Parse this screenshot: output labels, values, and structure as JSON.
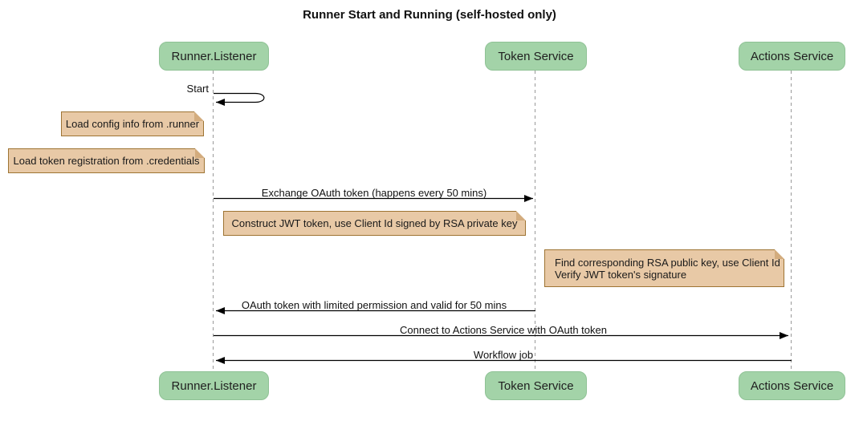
{
  "title": "Runner Start and Running (self-hosted only)",
  "diagram_type": "sequence",
  "participants": [
    {
      "name": "Runner.Listener"
    },
    {
      "name": "Token Service"
    },
    {
      "name": "Actions Service"
    }
  ],
  "messages": [
    {
      "type": "self-message",
      "from": "Runner.Listener",
      "to": "Runner.Listener",
      "label": "Start"
    },
    {
      "type": "note",
      "position": "left of Runner.Listener",
      "label": "Load config info from .runner"
    },
    {
      "type": "note",
      "position": "left of Runner.Listener",
      "label": "Load token registration from .credentials"
    },
    {
      "type": "message",
      "from": "Runner.Listener",
      "to": "Token Service",
      "label": "Exchange OAuth token (happens every 50 mins)"
    },
    {
      "type": "note",
      "position": "right of Runner.Listener",
      "label": "Construct JWT token, use Client Id signed by RSA private key"
    },
    {
      "type": "note",
      "position": "right of Token Service",
      "label": "Find corresponding RSA public key, use Client Id\nVerify JWT token's signature"
    },
    {
      "type": "message",
      "from": "Token Service",
      "to": "Runner.Listener",
      "label": "OAuth token with limited permission and valid for 50 mins"
    },
    {
      "type": "message",
      "from": "Runner.Listener",
      "to": "Actions Service",
      "label": "Connect to Actions Service with OAuth token"
    },
    {
      "type": "message",
      "from": "Actions Service",
      "to": "Runner.Listener",
      "label": "Workflow job"
    }
  ],
  "colors": {
    "background": "#FFFFFF",
    "participant_fill": "#A3D3A8",
    "participant_border": "#8FC295",
    "note_fill": "#E8C9A6",
    "note_border": "#9E7433",
    "note_fold": "#D3AC7E",
    "lifeline": "#999999",
    "arrow": "#000000",
    "text": "#111111"
  }
}
